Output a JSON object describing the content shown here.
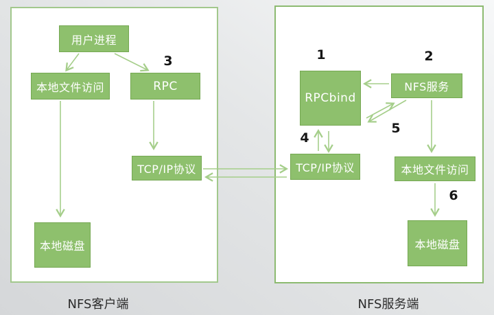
{
  "diagram": {
    "panels": [
      {
        "label": "NFS客户端",
        "boxes": [
          {
            "label": "用户进程"
          },
          {
            "label": "本地文件访问"
          },
          {
            "label": "RPC"
          },
          {
            "label": "TCP/IP协议"
          },
          {
            "label": "本地磁盘"
          }
        ]
      },
      {
        "label": "NFS服务端",
        "boxes": [
          {
            "label": "RPCbind"
          },
          {
            "label": "NFS服务"
          },
          {
            "label": "TCP/IP协议"
          },
          {
            "label": "本地文件访问"
          },
          {
            "label": "本地磁盘"
          }
        ]
      }
    ],
    "step_numbers": [
      "1",
      "2",
      "3",
      "4",
      "5",
      "6"
    ],
    "edges": [
      {
        "from": "用户进程",
        "to": "本地文件访问",
        "panel": "client"
      },
      {
        "from": "用户进程",
        "to": "RPC",
        "panel": "client"
      },
      {
        "from": "RPC",
        "to": "TCP/IP协议",
        "panel": "client"
      },
      {
        "from": "本地文件访问",
        "to": "本地磁盘",
        "panel": "client"
      },
      {
        "from": "TCP/IP协议 (客户端)",
        "to": "TCP/IP协议 (服务端)",
        "panel": "cross",
        "bidirectional": true
      },
      {
        "from": "NFS服务",
        "to": "RPCbind",
        "panel": "server"
      },
      {
        "from": "RPCbind",
        "to": "NFS服务",
        "panel": "server",
        "bidirectional": true
      },
      {
        "from": "RPCbind",
        "to": "TCP/IP协议",
        "panel": "server",
        "bidirectional": true
      },
      {
        "from": "NFS服务",
        "to": "本地文件访问",
        "panel": "server"
      },
      {
        "from": "本地文件访问",
        "to": "本地磁盘",
        "panel": "server"
      }
    ],
    "colors": {
      "box_fill": "#8ec06d",
      "box_border": "#74a751",
      "arrow_green": "#a5ce8a",
      "panel_border_client": "#a2c88c",
      "panel_border_server": "#8cba70",
      "background_light": "#f7f8f9",
      "background_dark": "#d5d7d9",
      "number_text": "#161616",
      "caption_text": "#2b2b2b",
      "box_text": "#ffffff"
    }
  }
}
